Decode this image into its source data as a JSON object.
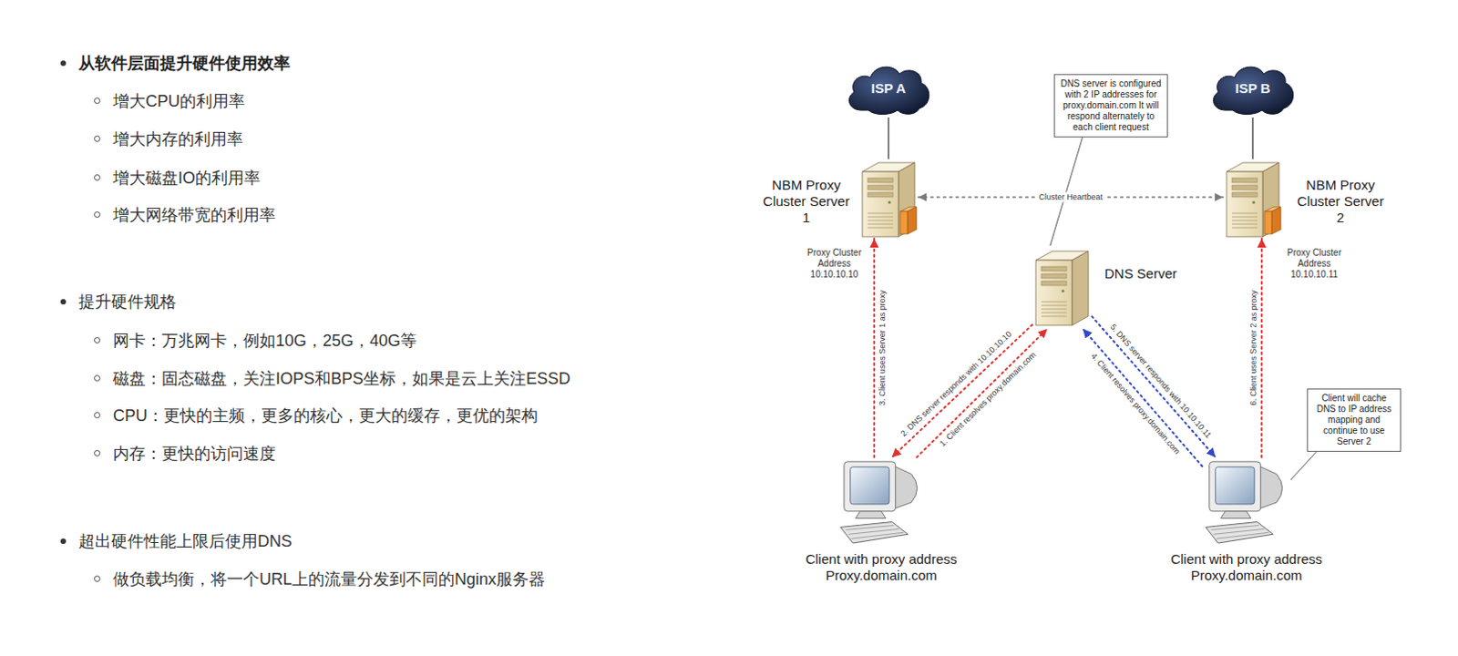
{
  "diagram": {
    "nodes": [
      {
        "text": [
          "ISP A"
        ]
      },
      {
        "text": [
          "ISP B"
        ]
      },
      {
        "text": [
          "DNS server is configured with 2 IP addresses for proxy.domain.com It will respond alternately to each client request"
        ]
      },
      {
        "text": [
          "NBM Proxy Cluster Server 1",
          "Proxy Cluster Address 10.10.10.10"
        ]
      },
      {
        "text": [
          "NBM Proxy Cluster Server 2",
          "Proxy Cluster Address 10.10.10.11"
        ]
      },
      {
        "text": [
          "DNS Server"
        ]
      },
      {
        "text": [
          "Client will cache DNS to IP address mapping and continue to use Server 2"
        ]
      },
      {
        "text": [
          "Client with proxy address Proxy.domain.com"
        ]
      },
      {
        "text": [
          "Client with proxy address Proxy.domain.com"
        ]
      }
    ],
    "edges": [
      {
        "from": 0,
        "to": 3,
        "arrow": "none"
      },
      {
        "from": 1,
        "to": 4,
        "arrow": "none"
      },
      {
        "from": 3,
        "to": 4,
        "label": "Cluster Heartbeat",
        "arrow": "both"
      },
      {
        "from": 2,
        "to": 5,
        "arrow": "none"
      },
      {
        "from": 7,
        "to": 5,
        "label": "1. Client resolves proxy.domain.com",
        "arrow": "to"
      },
      {
        "from": 5,
        "to": 7,
        "label": "2. DNS server responds with 10.10.10.10",
        "arrow": "to"
      },
      {
        "from": 7,
        "to": 3,
        "label": "3. Client uses Server 1 as proxy",
        "arrow": "to"
      },
      {
        "from": 8,
        "to": 5,
        "label": "4. Client resolves proxy.domain.com",
        "arrow": "to"
      },
      {
        "from": 5,
        "to": 8,
        "label": "5. DNS server responds with 10.10.10.11",
        "arrow": "to"
      },
      {
        "from": 8,
        "to": 4,
        "label": "6. Client uses Server 2 as proxy",
        "arrow": "to"
      },
      {
        "from": 6,
        "to": 8,
        "arrow": "none"
      }
    ],
    "labels": [
      "从软件层面提升硬件使用效率",
      "增大CPU的利用率",
      "增大内存的利用率",
      "增大磁盘IO的利用率",
      "增大网络带宽的利用率",
      "提升硬件规格",
      "网卡：万兆网卡，例如10G，25G，40G等",
      "磁盘：固态磁盘，关注IOPS和BPS坐标，如果是云上关注ESSD",
      "CPU：更快的主频，更多的核心，更大的缓存，更优的架构",
      "内存：更快的访问速度",
      "超出硬件性能上限后使用DNS",
      "做负载均衡，将一个URL上的流量分发到不同的Nginx服务器"
    ]
  }
}
